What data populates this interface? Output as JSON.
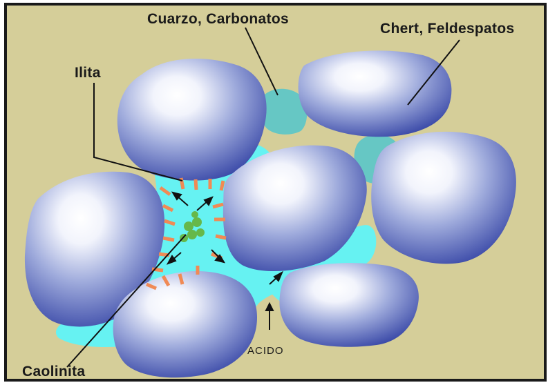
{
  "diagram": {
    "labels": {
      "cuarzo": "Cuarzo, Carbonatos",
      "chert": "Chert, Feldespatos",
      "ilita": "Ilita",
      "caolinita": "Caolinita",
      "acido": "ACIDO"
    },
    "colors": {
      "background": "#d5ce99",
      "frame": "#1a1a1a",
      "grain_light": "#ffffff",
      "grain_dark": "#3b4aa8",
      "pore_fluid": "#66f2f2",
      "cement": "#66c7c4",
      "illite": "#f08a55",
      "kaolinite": "#66b84a",
      "arrow": "#111111"
    }
  }
}
